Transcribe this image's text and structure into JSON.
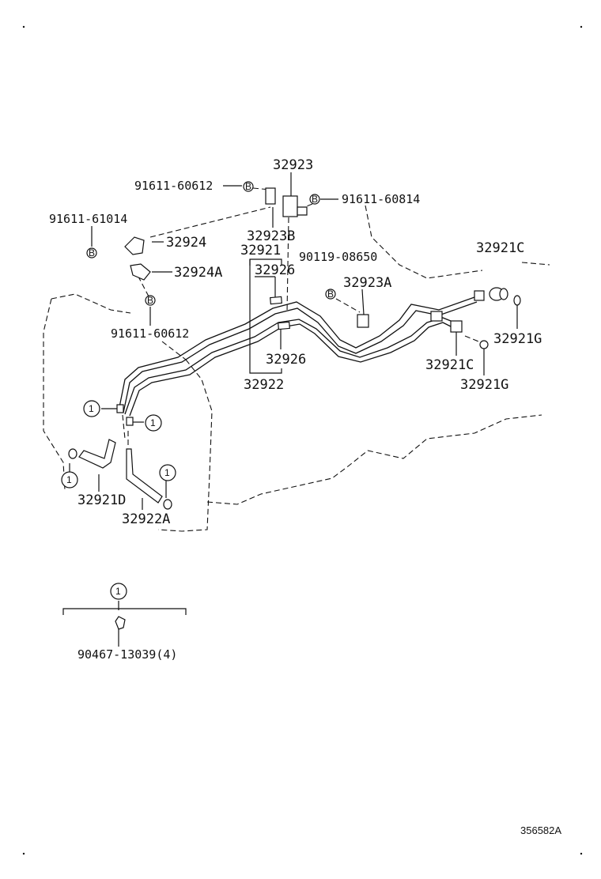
{
  "labels": {
    "p32923": "32923",
    "p91611_60612_top": "91611-60612",
    "p91611_60814": "91611-60814",
    "p91611_61014": "91611-61014",
    "p32924": "32924",
    "p32923B": "32923B",
    "p32921": "32921",
    "p90119_08650": "90119-08650",
    "p32921C_top": "32921C",
    "p32924A": "32924A",
    "p32926_top": "32926",
    "p32923A": "32923A",
    "p91611_60612_mid": "91611-60612",
    "p32921G_top": "32921G",
    "p32926_bottom": "32926",
    "p32921C_bottom": "32921C",
    "p32922": "32922",
    "p32921G_bottom": "32921G",
    "p32921D": "32921D",
    "p32922A": "32922A",
    "p90467_13039": "90467-13039(4)",
    "fig_code": "356582A"
  },
  "callout": "1",
  "bolt_mark": "B",
  "colors": {
    "ink": "#111111",
    "paper": "#ffffff"
  }
}
